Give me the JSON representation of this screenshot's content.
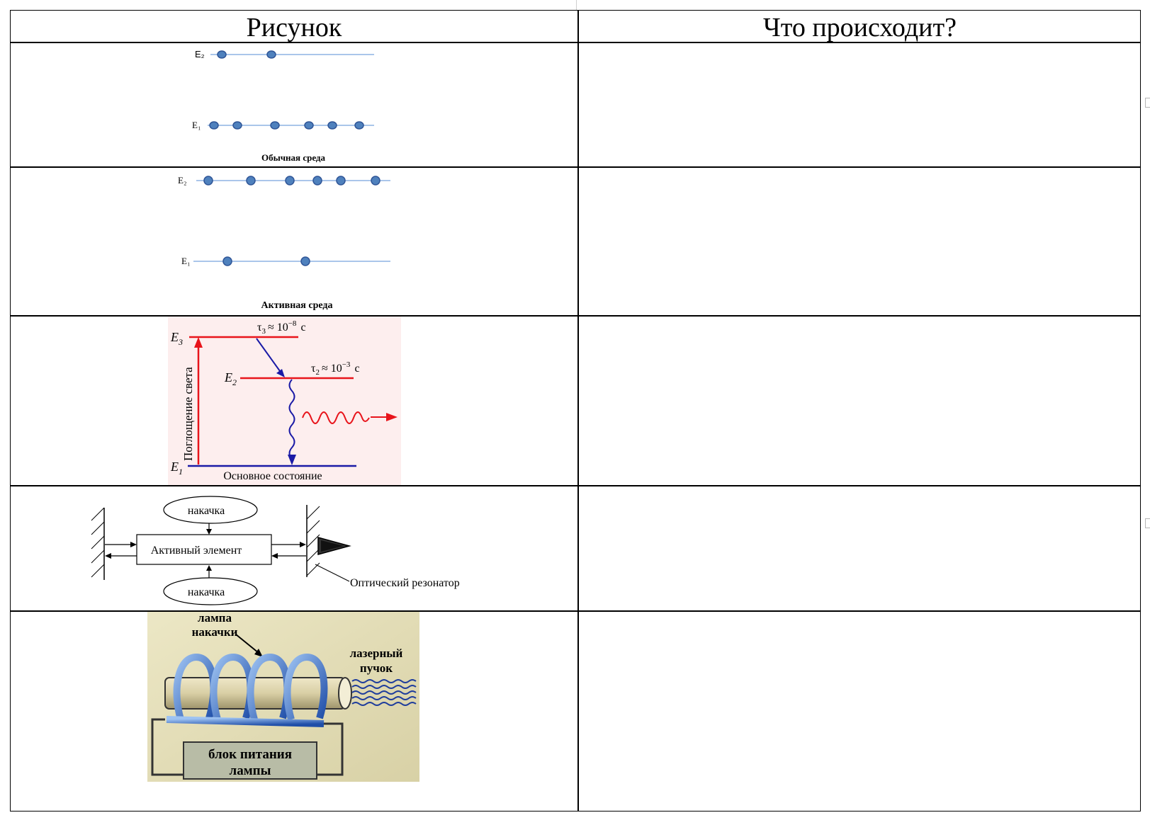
{
  "table": {
    "headers": [
      "Рисунок",
      "Что происходит?"
    ],
    "rows": [
      {
        "fig1": {
          "level_upper": "E₂",
          "level_lower": "E₁",
          "caption": "Обычная среда",
          "atoms_upper": 2,
          "atoms_lower": 6
        },
        "answer": ""
      },
      {
        "fig2": {
          "level_upper": "E₂",
          "level_lower": "E₁",
          "caption": "Активная среда",
          "atoms_upper": 6,
          "atoms_lower": 2
        },
        "answer": ""
      },
      {
        "fig3": {
          "e3": "E",
          "e3_sub": "3",
          "e2": "E",
          "e2_sub": "2",
          "e1": "E",
          "e1_sub": "1",
          "tau3": "τ",
          "tau3_sub": "3",
          "tau3_rel": "≈ 10",
          "tau3_exp": "−8",
          "tau3_unit": "с",
          "tau2": "τ",
          "tau2_sub": "2",
          "tau2_rel": "≈ 10",
          "tau2_exp": "−3",
          "tau2_unit": "с",
          "absorption": "Поглощение света",
          "ground": "Основное состояние"
        },
        "answer": ""
      },
      {
        "fig4": {
          "pump_top": "накачка",
          "pump_bottom": "накачка",
          "element": "Активный элемент",
          "resonator": "Оптический резонатор"
        },
        "answer": ""
      },
      {
        "fig5": {
          "lamp": [
            "лампа",
            "накачки"
          ],
          "beam": [
            "лазерный",
            "пучок"
          ],
          "power": [
            "блок питания",
            "лампы"
          ]
        },
        "answer": ""
      }
    ]
  },
  "colors": {
    "border": "#000000",
    "atom_fill": "#4f81bd",
    "atom_stroke": "#2f5597",
    "level_line": "#8eb4e3",
    "energy_red": "#e8141b",
    "energy_blue": "#1a1aa6",
    "diagram_bg": "#fdeeee",
    "photo_bg": "#e6dfb4"
  }
}
